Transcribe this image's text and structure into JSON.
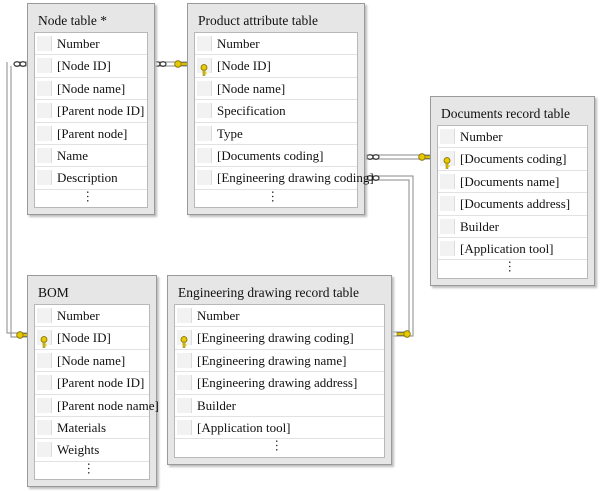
{
  "tables": {
    "node": {
      "title": "Node table *",
      "fields": [
        "Number",
        "[Node ID]",
        "[Node name]",
        "[Parent node ID]",
        "[Parent node]",
        "Name",
        "Description"
      ],
      "keys": [],
      "ellipsis": "…"
    },
    "product": {
      "title": "Product attribute table",
      "fields": [
        "Number",
        "[Node ID]",
        "[Node name]",
        "Specification",
        "Type",
        "[Documents coding]",
        "[Engineering drawing coding]"
      ],
      "keys": [
        1
      ],
      "ellipsis": "…"
    },
    "documents": {
      "title": "Documents record table",
      "fields": [
        "Number",
        "[Documents coding]",
        "[Documents name]",
        "[Documents address]",
        "Builder",
        "[Application tool]"
      ],
      "keys": [
        1
      ],
      "ellipsis": "…"
    },
    "bom": {
      "title": "BOM",
      "fields": [
        "Number",
        "[Node ID]",
        "[Node name]",
        "[Parent node ID]",
        "[Parent node name]",
        "Materials",
        "Weights"
      ],
      "keys": [
        1
      ],
      "ellipsis": "…"
    },
    "drawing": {
      "title": "Engineering drawing record table",
      "fields": [
        "Number",
        "[Engineering drawing coding]",
        "[Engineering drawing name]",
        "[Engineering drawing address]",
        "Builder",
        "[Application tool]"
      ],
      "keys": [
        1
      ],
      "ellipsis": "…"
    }
  },
  "colors": {
    "key_icon": "#e8c800",
    "connector": "#8a8a8a"
  }
}
